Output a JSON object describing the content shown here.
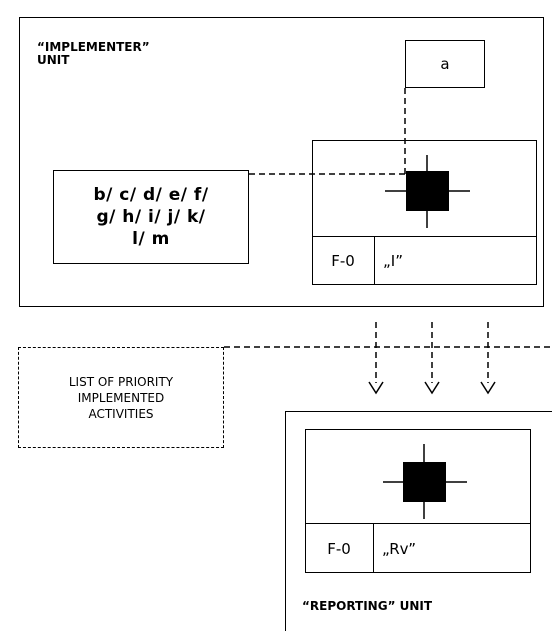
{
  "implementer_unit": {
    "title_line1": "“IMPLEMENTER”",
    "title_line2": "UNIT",
    "box_a_label": "a",
    "activities_line1": "b/ c/ d/ e/ f/",
    "activities_line2": "g/ h/ i/ j/ k/",
    "activities_line3": "l/ m",
    "form_code": "F-0",
    "form_type": "„I”"
  },
  "priority_list": {
    "line1": "LIST OF PRIORITY",
    "line2": "IMPLEMENTED",
    "line3": "ACTIVITIES"
  },
  "reporting_unit": {
    "title": "“REPORTING” UNIT",
    "form_code": "F-0",
    "form_type": "„Rv”"
  }
}
